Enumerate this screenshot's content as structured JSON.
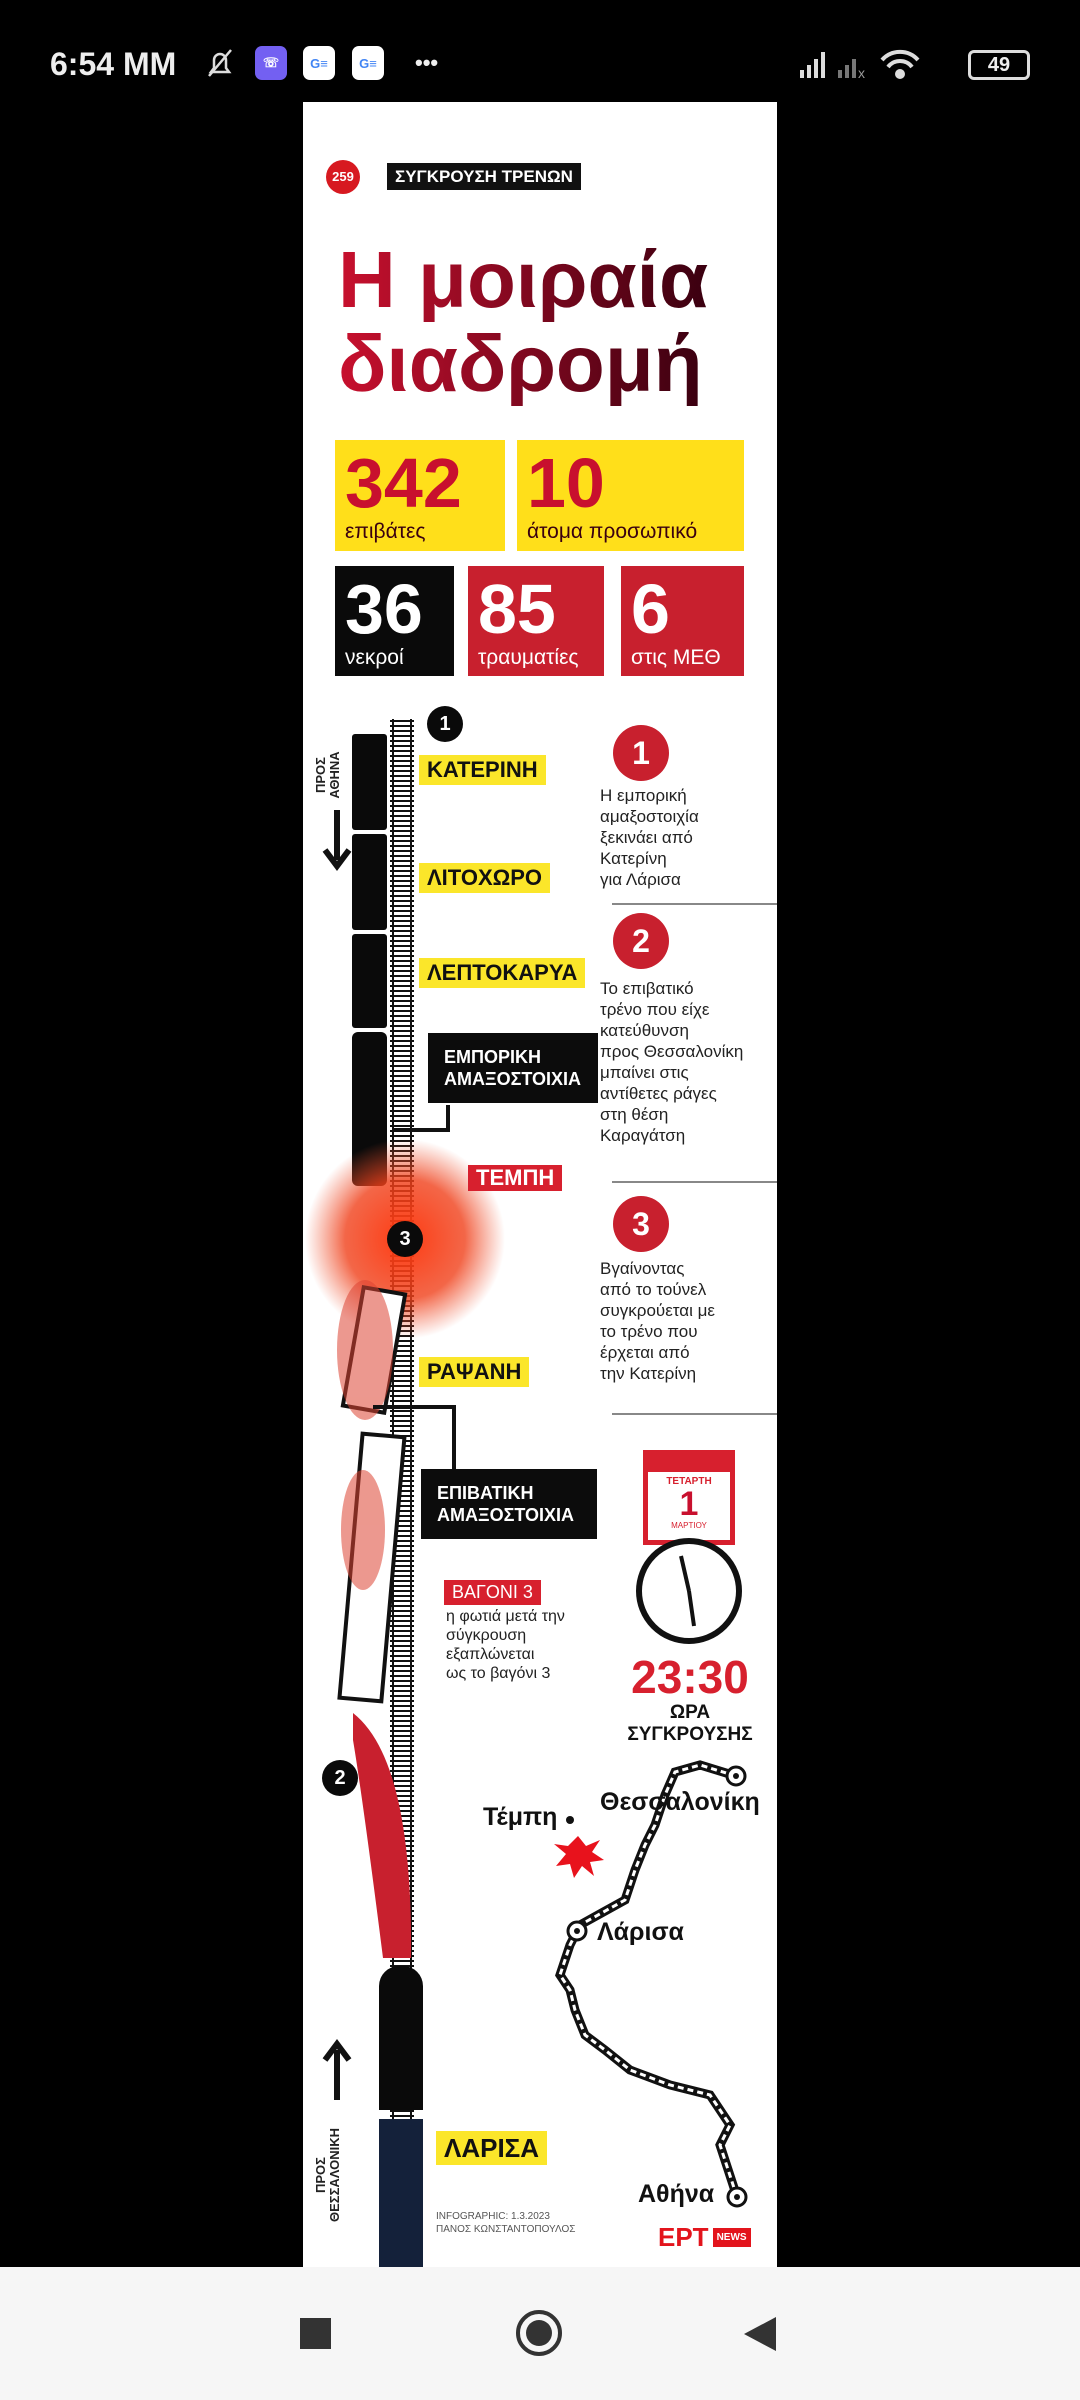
{
  "status_bar": {
    "time": "6:54 MM",
    "battery": "49",
    "icons": [
      "mute-bell-icon",
      "viber-icon",
      "google-news-icon",
      "google-news-icon",
      "more-dots-icon",
      "signal-icon",
      "signal-off-icon",
      "wifi-icon",
      "battery-icon"
    ],
    "more": "•••"
  },
  "header": {
    "badge_number": "259",
    "section": "ΣΥΓΚΡΟΥΣΗ ΤΡΕΝΩΝ",
    "title_line1": "Η μοιραία",
    "title_line2": "διαδρομή"
  },
  "stats": [
    {
      "value": "342",
      "label": "επιβάτες"
    },
    {
      "value": "10",
      "label": "άτομα προσωπικό"
    },
    {
      "value": "36",
      "label": "νεκροί"
    },
    {
      "value": "85",
      "label": "τραυματίες"
    },
    {
      "value": "6",
      "label": "στις ΜΕΘ"
    }
  ],
  "diagram": {
    "direction_top": "ΠΡΟΣ ΑΘΗΝΑ",
    "direction_bottom": "ΠΡΟΣ ΘΕΣΣΑΛΟΝΙΚΗ",
    "markers": [
      "1",
      "3",
      "2"
    ],
    "stations": [
      "ΚΑΤΕΡΙΝΗ",
      "ΛΙΤΟΧΩΡΟ",
      "ΛΕΠΤΟΚΑΡΥΑ",
      "ΤΕΜΠΗ",
      "ΡΑΨΑΝΗ",
      "ΛΑΡΙΣΑ"
    ],
    "freight_label_1": "ΕΜΠΟΡΙΚΗ",
    "freight_label_2": "ΑΜΑΞΟΣΤΟΙΧΙΑ",
    "passenger_label_1": "ΕΠΙΒΑΤΙΚΗ",
    "passenger_label_2": "ΑΜΑΞΟΣΤΟΙΧΙΑ",
    "wagon_tag": "ΒΑΓΟΝΙ 3",
    "wagon_text": [
      "η φωτιά μετά την",
      "σύγκρουση",
      "εξαπλώνεται",
      "ως το βαγόνι 3"
    ],
    "credit_1": "INFOGRAPHIC: 1.3.2023",
    "credit_2": "ΠΑΝΟΣ ΚΩΝΣΤΑΝΤΟΠΟΥΛΟΣ"
  },
  "steps": [
    {
      "n": "1",
      "lines": [
        "Η εμπορική",
        "αμαξοστοιχία",
        "ξεκινάει από",
        "Κατερίνη",
        "για Λάρισα"
      ]
    },
    {
      "n": "2",
      "lines": [
        "Το επιβατικό",
        "τρένο που είχε",
        "κατεύθυνση",
        "προς Θεσσαλονίκη",
        "μπαίνει στις",
        "αντίθετες ράγες",
        "στη θέση",
        "Καραγάτση"
      ]
    },
    {
      "n": "3",
      "lines": [
        "Βγαίνοντας",
        "από το τούνελ",
        "συγκρούεται με",
        "το τρένο που",
        "έρχεται από",
        "την Κατερίνη"
      ]
    }
  ],
  "calendar": {
    "weekday": "ΤΕΤΑΡΤΗ",
    "day": "1",
    "month": "ΜΑΡΤΙΟΥ"
  },
  "time": {
    "value": "23:30",
    "label_1": "ΩΡΑ",
    "label_2": "ΣΥΓΚΡΟΥΣΗΣ"
  },
  "map": {
    "cities": [
      "Θεσσαλονίκη",
      "Τέμπη",
      "Λάρισα",
      "Αθήνα"
    ]
  },
  "logo": {
    "brand": "ΕΡΤ",
    "sub": "NEWS"
  },
  "colors": {
    "red": "#c8202e",
    "yellow": "#ffdf1a",
    "black": "#0a0a0a"
  }
}
